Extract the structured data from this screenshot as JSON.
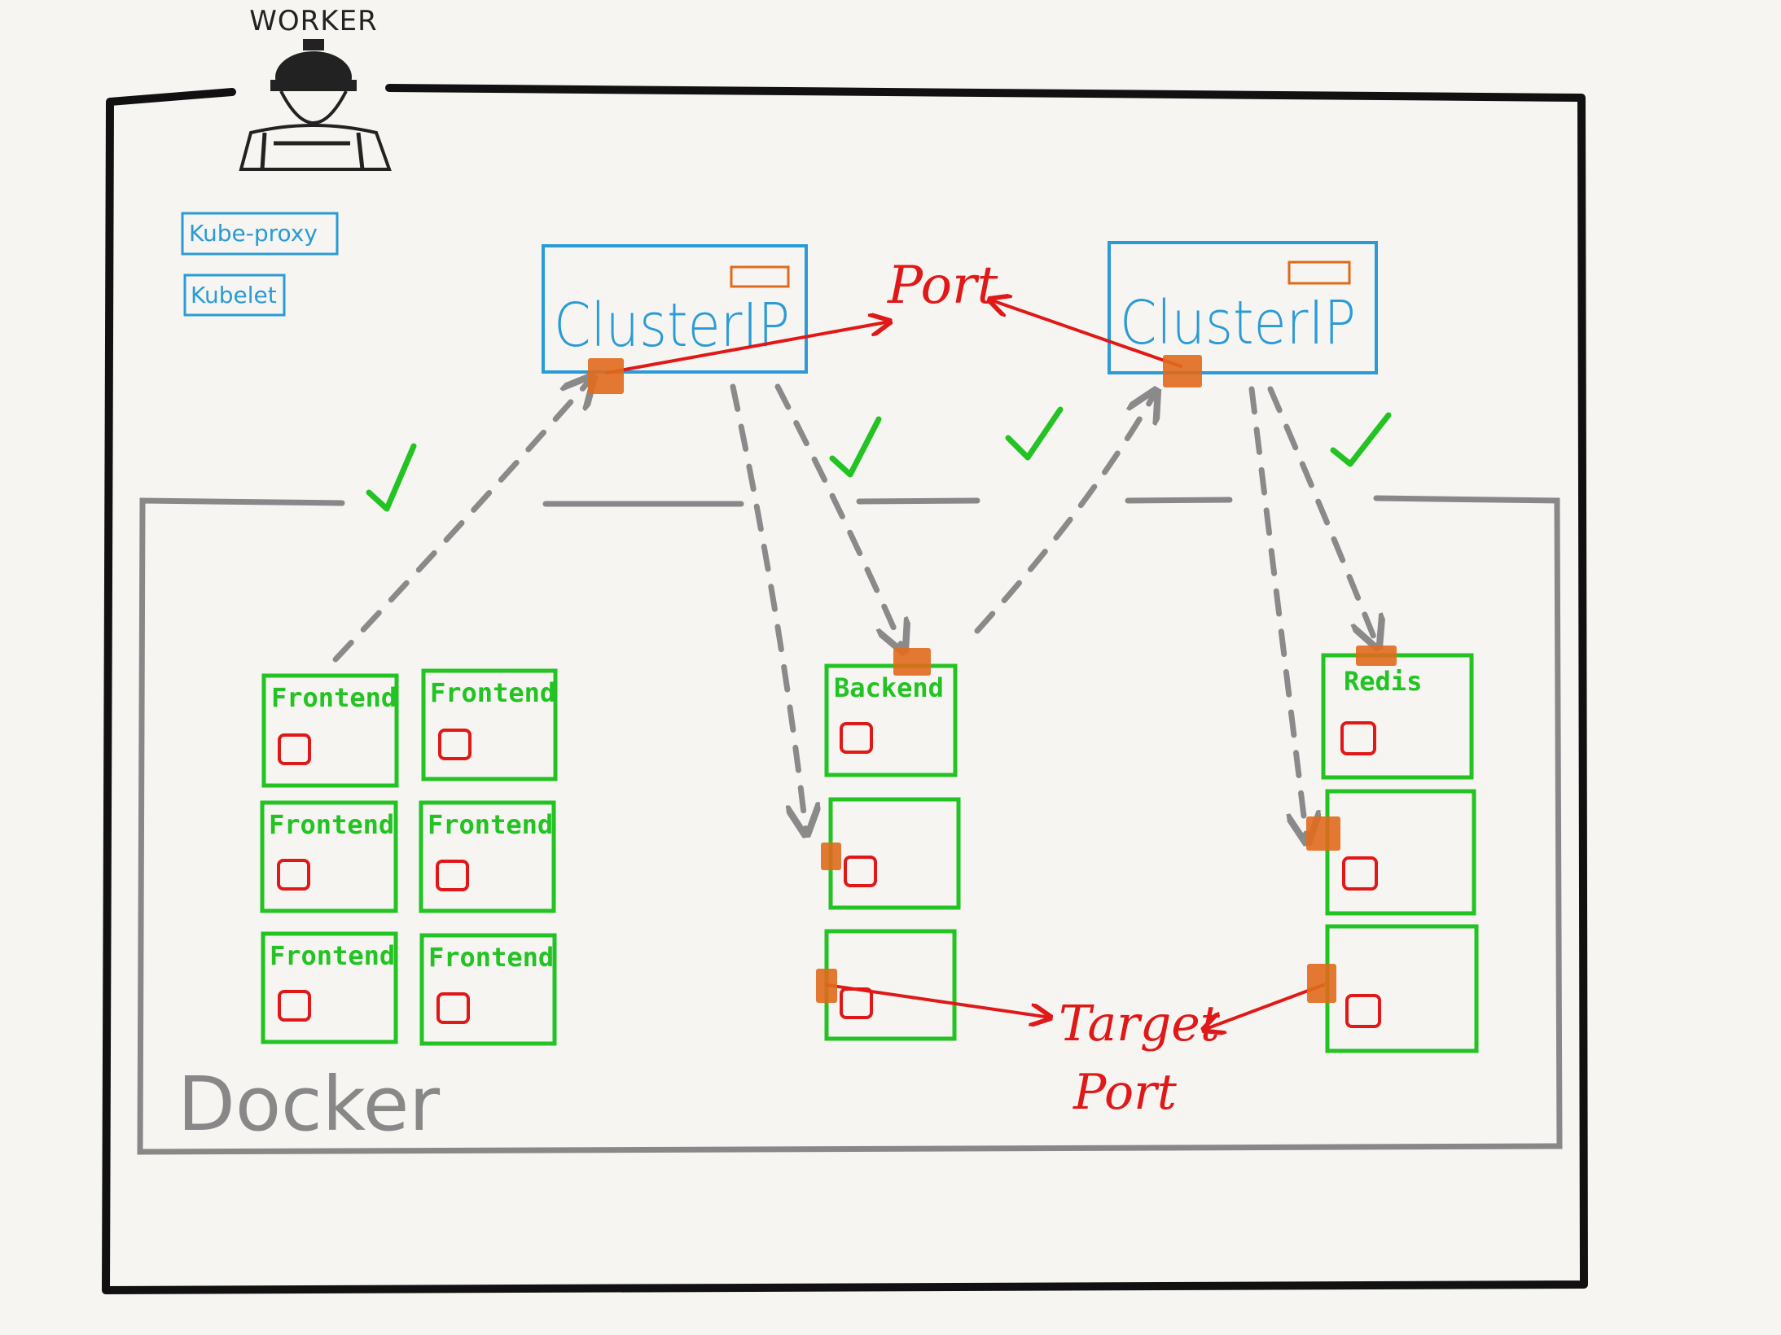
{
  "worker": {
    "label": "WORKER"
  },
  "node_agents": [
    "Kube-proxy",
    "Kubelet"
  ],
  "services": [
    {
      "id": "cip-left",
      "label": "ClusterIP"
    },
    {
      "id": "cip-right",
      "label": "ClusterIP"
    }
  ],
  "pods": {
    "frontend": [
      "Frontend",
      "Frontend",
      "Frontend",
      "Frontend",
      "Frontend",
      "Frontend"
    ],
    "backend": [
      "Backend",
      "",
      ""
    ],
    "redis": [
      "Redis",
      "",
      ""
    ]
  },
  "annotations": {
    "port": "Port",
    "target_port_line1": "Target",
    "target_port_line2": "Port"
  },
  "runtime": {
    "label": "Docker"
  },
  "colors": {
    "service": "#2a9bd6",
    "pod": "#22c322",
    "container": "#e01818",
    "port_marker": "#e06a1c",
    "arrow_port": "#e01818",
    "arrow_traffic": "#8a8a8a",
    "check": "#22c322",
    "node_border": "#111111",
    "docker_border": "#888888"
  }
}
